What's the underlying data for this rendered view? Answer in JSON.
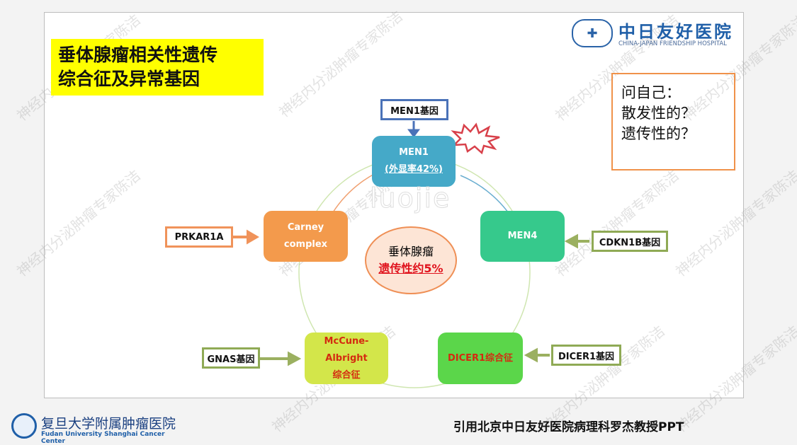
{
  "slide_title": [
    "垂体腺瘤相关性遗传",
    "综合征及异常基因"
  ],
  "header_logo": {
    "cn": "中日友好医院",
    "en": "CHINA-JAPAN FRIENDSHIP HOSPITAL"
  },
  "question_box": [
    "问自己：",
    "散发性的？",
    "遗传性的？"
  ],
  "center": {
    "line1": "垂体腺瘤",
    "line2": "遗传性约5%"
  },
  "nodes": {
    "men1": {
      "name": "MEN1",
      "detail": "(外显率42%)",
      "color": "#45a9c8"
    },
    "men4": {
      "name": "MEN4",
      "color": "#36c98c"
    },
    "carney": {
      "line1": "Carney",
      "line2": "complex",
      "color": "#f39a4c"
    },
    "mccune": {
      "line1": "McCune-Albright",
      "line2": "综合征",
      "color": "#d3e64a"
    },
    "dicer1": {
      "name": "DICER1综合征",
      "color": "#5bd64a"
    }
  },
  "genes": {
    "men1": "MEN1基因",
    "cdkn1b": "CDKN1B基因",
    "prkar1a": "PRKAR1A",
    "gnas": "GNAS基因",
    "dicer1": "DICER1基因"
  },
  "overlay_text": "luojie",
  "watermark": "神经内分泌肿瘤专家陈洁",
  "footer": {
    "logo_cn": "复旦大学附属肿瘤医院",
    "logo_en": "Fudan University Shanghai Cancer Center",
    "citation": "引用北京中日友好医院病理科罗杰教授PPT"
  }
}
